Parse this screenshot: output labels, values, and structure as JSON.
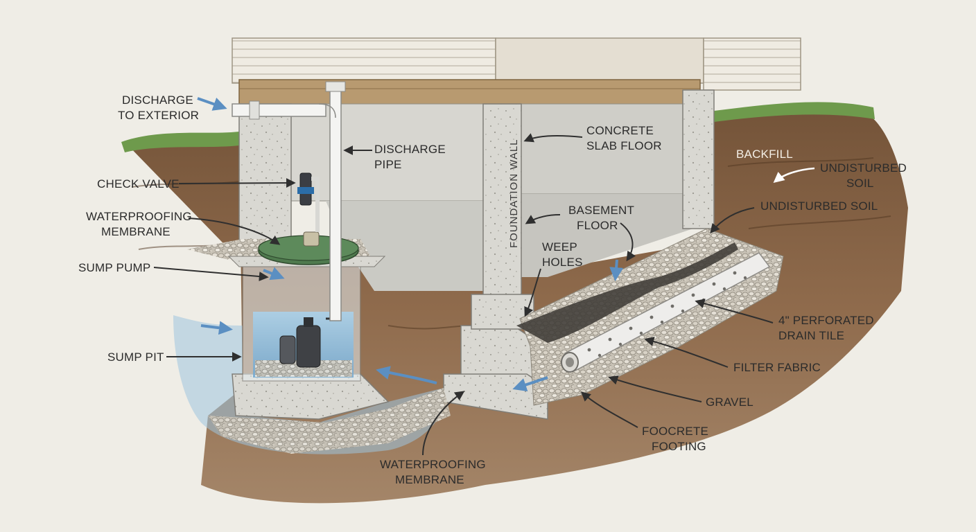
{
  "labels": {
    "discharge_to_exterior": [
      "DISCHARGE",
      "TO EXTERIOR"
    ],
    "discharge_pipe": [
      "DISCHARGE",
      "PIPE"
    ],
    "check_valve": [
      "CHECK VALVE"
    ],
    "waterproofing_membrane_top": [
      "WATERPROOFING",
      "MEMBRANE"
    ],
    "sump_pump": [
      "SUMP PUMP"
    ],
    "sump_pit": [
      "SUMP PIT"
    ],
    "concrete_slab_floor": [
      "CONCRETE",
      "SLAB FLOOR"
    ],
    "foundation_wall": [
      "FOUNDATION  WALL"
    ],
    "basement_floor": [
      "BASEMENT",
      "FLOOR"
    ],
    "weep_holes": [
      "WEEP",
      "HOLES"
    ],
    "backfill": [
      "BACKFILL"
    ],
    "undisturbed_soil_right": [
      "UNDISTURBED",
      "SOIL"
    ],
    "undisturbed_soil_lower": [
      "UNDISTURBED SOIL"
    ],
    "perforated_drain_tile": [
      "4\" PERFORATED",
      "DRAIN TILE"
    ],
    "filter_fabric": [
      "FILTER FABRIC"
    ],
    "gravel": [
      "GRAVEL"
    ],
    "footing": [
      "FOOCRETE",
      "FOOTING"
    ],
    "waterproofing_membrane_bottom": [
      "WATERPROOFING",
      "MEMBRANE"
    ]
  },
  "colors": {
    "background": "#efede6",
    "concrete": "#d9d8d2",
    "soil": "#7d5a3c",
    "water": "#8ebfe0",
    "pump_lid": "#4f7a4e",
    "flow_arrow": "#5b8fc2"
  },
  "icons": [
    "arrow-icon",
    "water-flow-arrow-icon"
  ]
}
